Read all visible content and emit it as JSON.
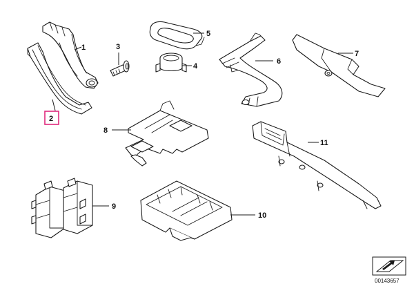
{
  "highlight_color": "#e0287d",
  "highlighted_part": "2",
  "callouts": {
    "c1": "1",
    "c2": "2",
    "c3": "3",
    "c4": "4",
    "c5": "5",
    "c6": "6",
    "c7": "7",
    "c8": "8",
    "c9": "9",
    "c10": "10",
    "c11": "11"
  },
  "diagram_code": "00143657",
  "icons": {
    "corner_icon": "arrow-on-plane-icon"
  }
}
